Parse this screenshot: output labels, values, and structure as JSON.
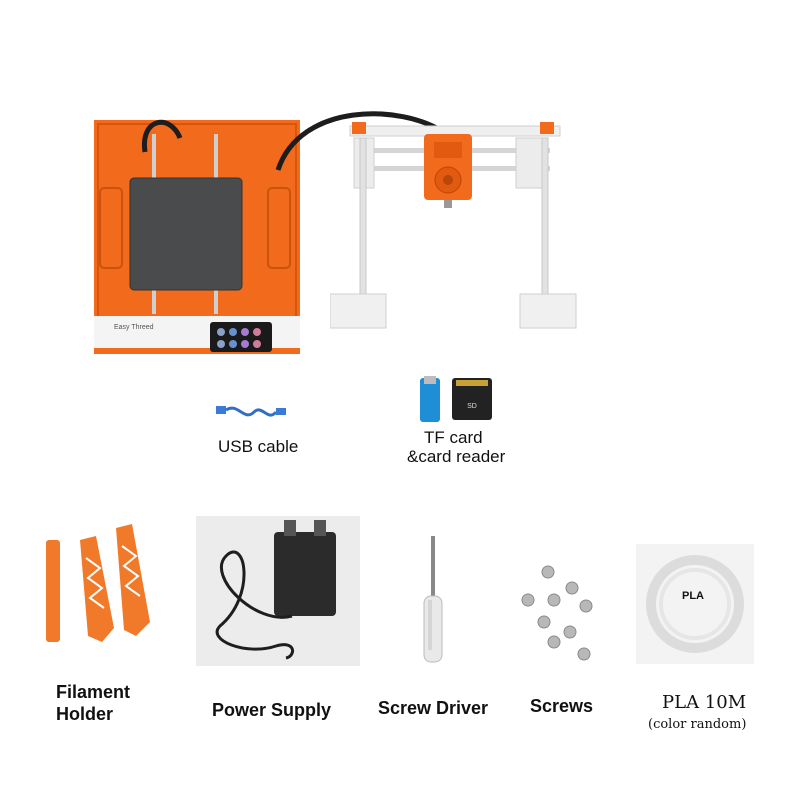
{
  "printer": {
    "brand_text": "Easy Threed",
    "colors": {
      "body": "#f26a1b",
      "bed": "#4a4b4d",
      "frame": "#e8e8e8",
      "nozzle": "#f26a1b"
    },
    "icons": [
      "printer-body-icon",
      "print-bed-icon",
      "control-panel-icon",
      "filament-tube-icon",
      "gantry-frame-icon",
      "nozzle-head-icon"
    ]
  },
  "accessories": {
    "usb": {
      "label": "USB cable"
    },
    "tf": {
      "label_line1": "TF card",
      "label_line2": "&card reader"
    },
    "filament_holder": {
      "label_line1": "Filament",
      "label_line2": "Holder"
    },
    "power_supply": {
      "label": "Power Supply"
    },
    "screw_driver": {
      "label": "Screw Driver"
    },
    "screws": {
      "label": "Screws"
    },
    "pla": {
      "label": "PLA 10M",
      "sublabel": "(color random)",
      "spool_tag": "PLA"
    }
  }
}
